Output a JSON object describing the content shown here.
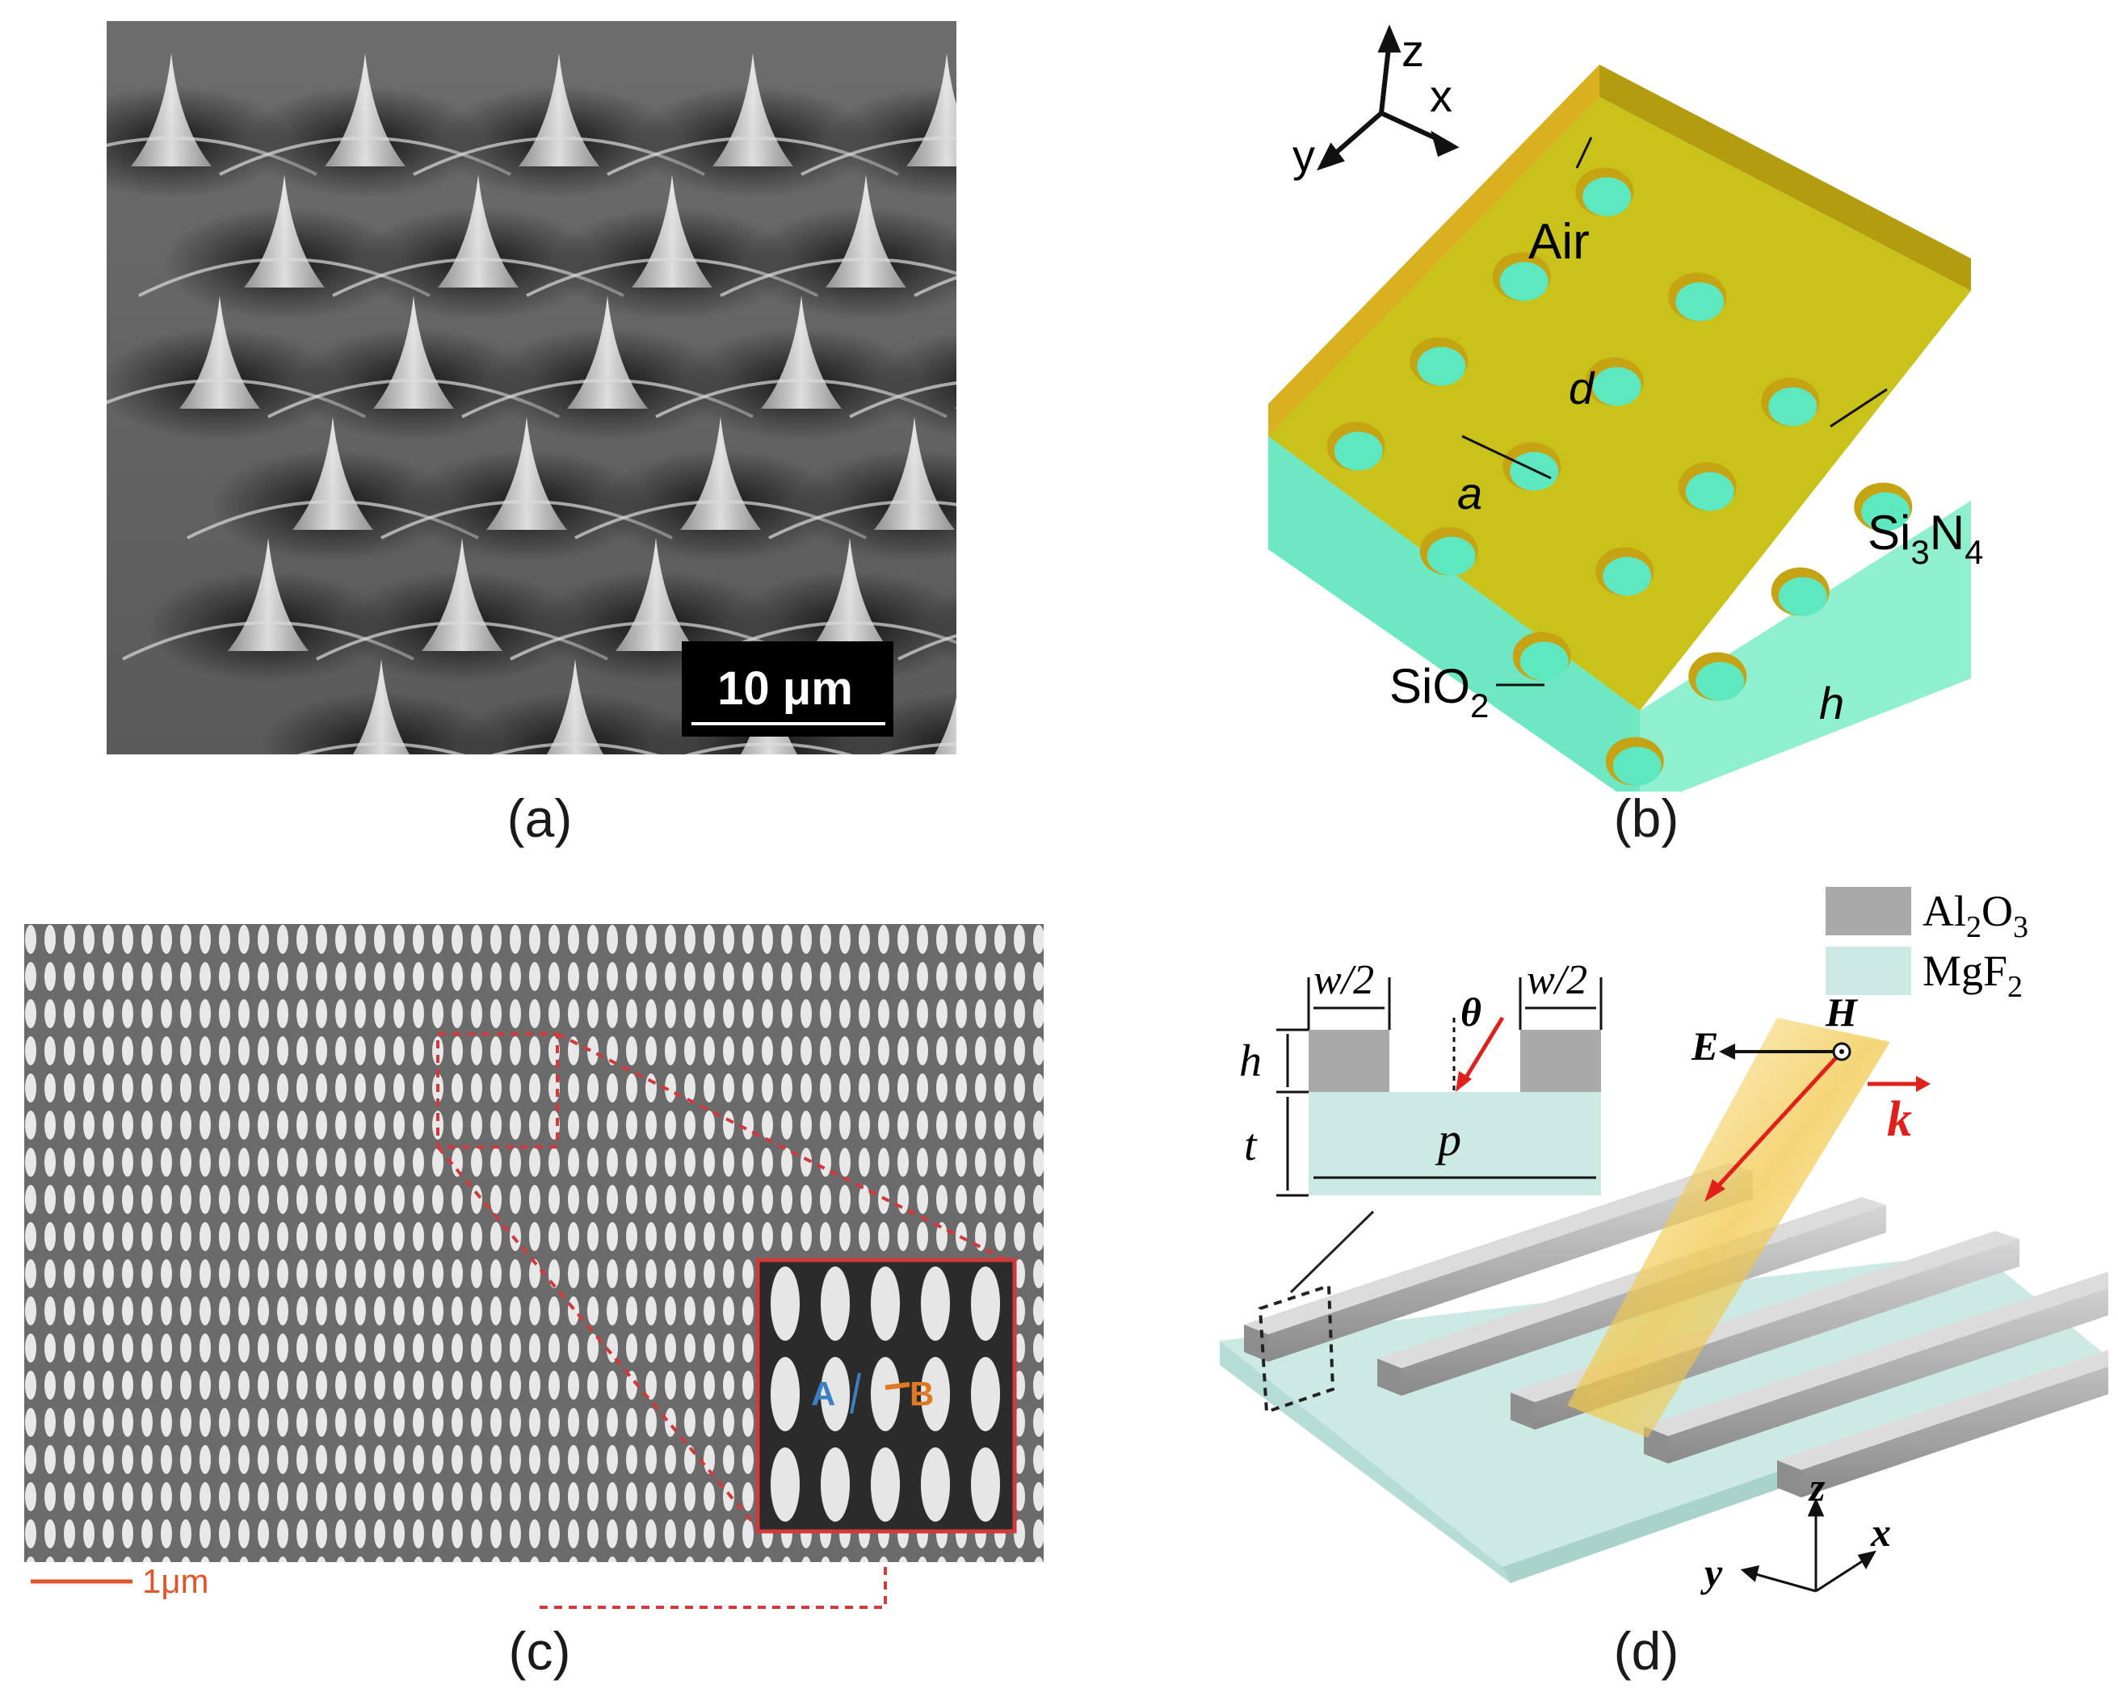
{
  "figure": {
    "captions": {
      "a": "(a)",
      "b": "(b)",
      "c": "(c)",
      "d": "(d)"
    },
    "panel_a": {
      "scale_bar": "10 μm"
    },
    "panel_b": {
      "axes": {
        "x": "x",
        "y": "y",
        "z": "z"
      },
      "labels": {
        "air": "Air",
        "d": "d",
        "a": "a",
        "h": "h"
      },
      "si3n4": {
        "base": "Si",
        "sub1": "3",
        "mid": "N",
        "sub2": "4"
      },
      "sio2": {
        "base": "SiO",
        "sub": "2"
      }
    },
    "panel_c": {
      "scale_bar": "1μm",
      "inset_labels": {
        "A": "A",
        "B": "B"
      },
      "colors": {
        "A": "#3b7fc4",
        "B": "#e07a22",
        "scale": "#e0562a",
        "box": "#d03a3a"
      }
    },
    "panel_d": {
      "legend": [
        {
          "base": "Al",
          "sub1": "2",
          "mid": "O",
          "sub2": "3",
          "color": "#a9a9a9"
        },
        {
          "base": "MgF",
          "sub1": "2",
          "mid": "",
          "sub2": "",
          "color": "#cde9e4"
        }
      ],
      "inset": {
        "w_left": "w/2",
        "w_right": "w/2",
        "h": "h",
        "t": "t",
        "p": "p",
        "theta": "θ"
      },
      "field": {
        "E": "E",
        "H": "H",
        "k": "k"
      },
      "axes": {
        "x": "x",
        "y": "y",
        "z": "z"
      }
    }
  }
}
